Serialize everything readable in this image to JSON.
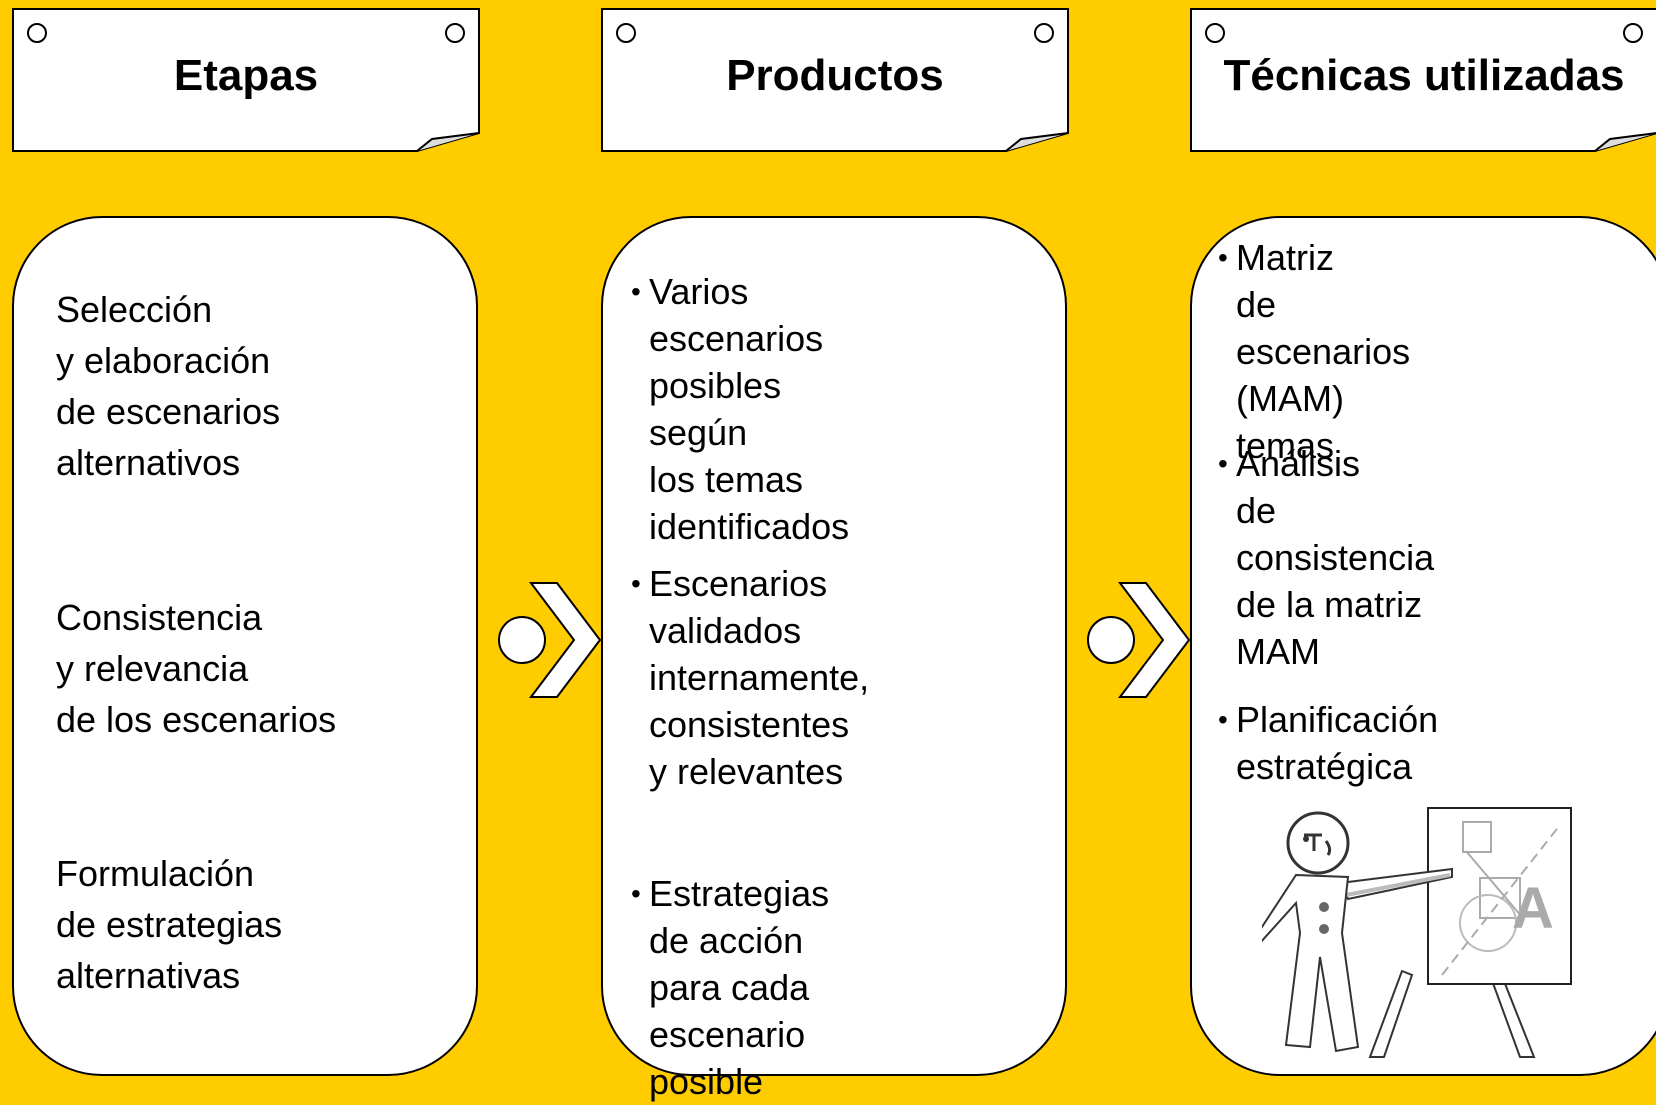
{
  "columns": [
    {
      "title": "Etapas",
      "items": [
        {
          "lines": "Selección\ny elaboración\nde escenarios\nalternativos"
        },
        {
          "lines": "Consistencia\ny relevancia\nde los escenarios"
        },
        {
          "lines": "Formulación\nde estrategias\nalternativas"
        }
      ]
    },
    {
      "title": "Productos",
      "items": [
        {
          "bullet": "•",
          "lines": "Varios escenarios\n posibles según\n los temas\n identificados"
        },
        {
          "bullet": "•",
          "lines": "Escenarios\n validados\n internamente,\n consistentes\n y relevantes"
        },
        {
          "bullet": "•",
          "lines": "Estrategias\n de acción para cada\n escenario posible"
        }
      ]
    },
    {
      "title": "Técnicas utilizadas",
      "items": [
        {
          "bullet": "•",
          "lines": "Matriz\n de escenarios (MAM)\n temas"
        },
        {
          "bullet": "•",
          "lines": "Análisis\n de consistencia\n de la matriz MAM"
        },
        {
          "bullet": "•",
          "lines": "Planificación\n estratégica"
        }
      ]
    }
  ],
  "figure": {
    "board_letter": "A"
  },
  "colors": {
    "background": "#FFCC00",
    "card": "#FFFFFF",
    "outline": "#000000"
  }
}
